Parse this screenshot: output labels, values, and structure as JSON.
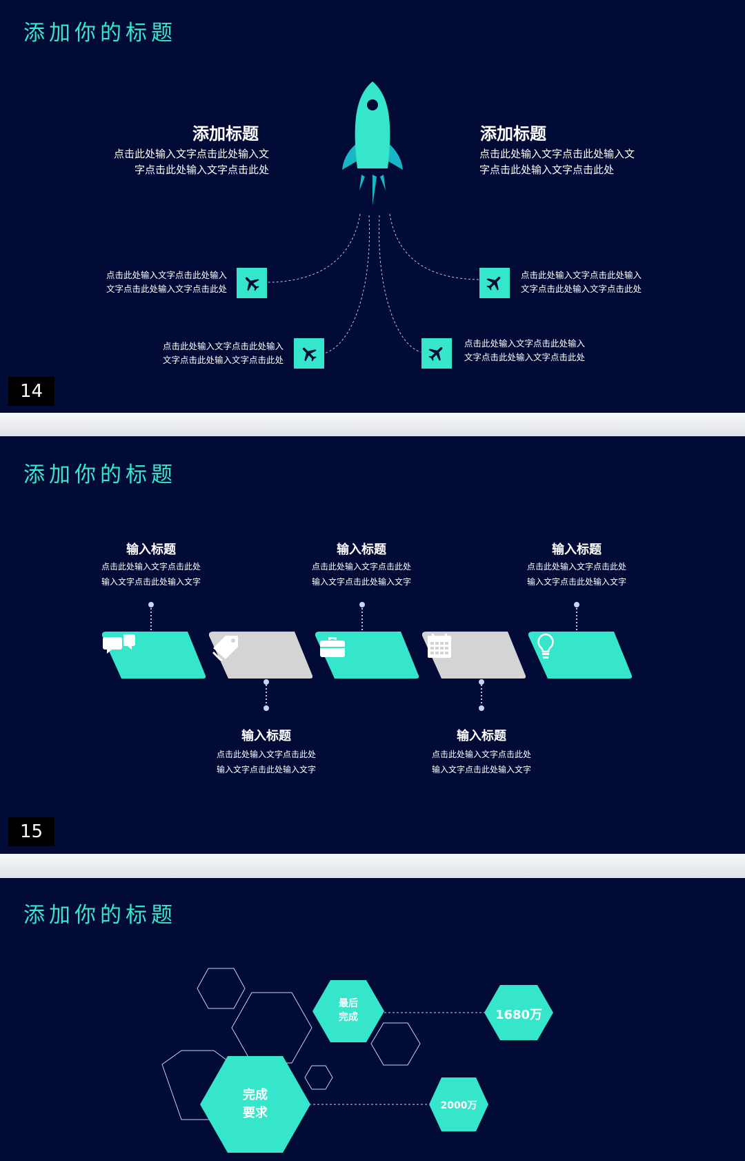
{
  "slide14": {
    "title": "添加你的标题",
    "page_number": "14",
    "left_block": {
      "heading": "添加标题",
      "line1": "点击此处输入文字点击此处输入文",
      "line2": "字点击此处输入文字点击此处"
    },
    "right_block": {
      "heading": "添加标题",
      "line1": "点击此处输入文字点击此处输入文",
      "line2": "字点击此处输入文字点击此处"
    },
    "items": [
      {
        "line1": "点击此处输入文字点击此处输入",
        "line2": "文字点击此处输入文字点击此处"
      },
      {
        "line1": "点击此处输入文字点击此处输入",
        "line2": "文字点击此处输入文字点击此处"
      },
      {
        "line1": "点击此处输入文字点击此处输入",
        "line2": "文字点击此处输入文字点击此处"
      },
      {
        "line1": "点击此处输入文字点击此处输入",
        "line2": "文字点击此处输入文字点击此处"
      }
    ]
  },
  "slide15": {
    "title": "添加你的标题",
    "page_number": "15",
    "steps": [
      {
        "heading": "输入标题",
        "line1": "点击此处输入文字点击此处",
        "line2": "输入文字点击此处输入文字",
        "icon": "chat-icon"
      },
      {
        "heading": "输入标题",
        "line1": "点击此处输入文字点击此处",
        "line2": "输入文字点击此处输入文字",
        "icon": "tag-icon"
      },
      {
        "heading": "输入标题",
        "line1": "点击此处输入文字点击此处",
        "line2": "输入文字点击此处输入文字",
        "icon": "briefcase-icon"
      },
      {
        "heading": "输入标题",
        "line1": "点击此处输入文字点击此处",
        "line2": "输入文字点击此处输入文字",
        "icon": "calendar-icon"
      },
      {
        "heading": "输入标题",
        "line1": "点击此处输入文字点击此处",
        "line2": "输入文字点击此处输入文字",
        "icon": "lightbulb-icon"
      }
    ]
  },
  "slide16": {
    "title": "添加你的标题",
    "hex_final": {
      "line1": "最后",
      "line2": "完成"
    },
    "hex_value_1": "1680万",
    "hex_required": {
      "line1": "完成",
      "line2": "要求"
    },
    "hex_value_2": "2000万"
  },
  "colors": {
    "background": "#020a36",
    "accent": "#35e6cb",
    "gray": "#d4d4d4",
    "page_gap": "#e9ebef"
  }
}
